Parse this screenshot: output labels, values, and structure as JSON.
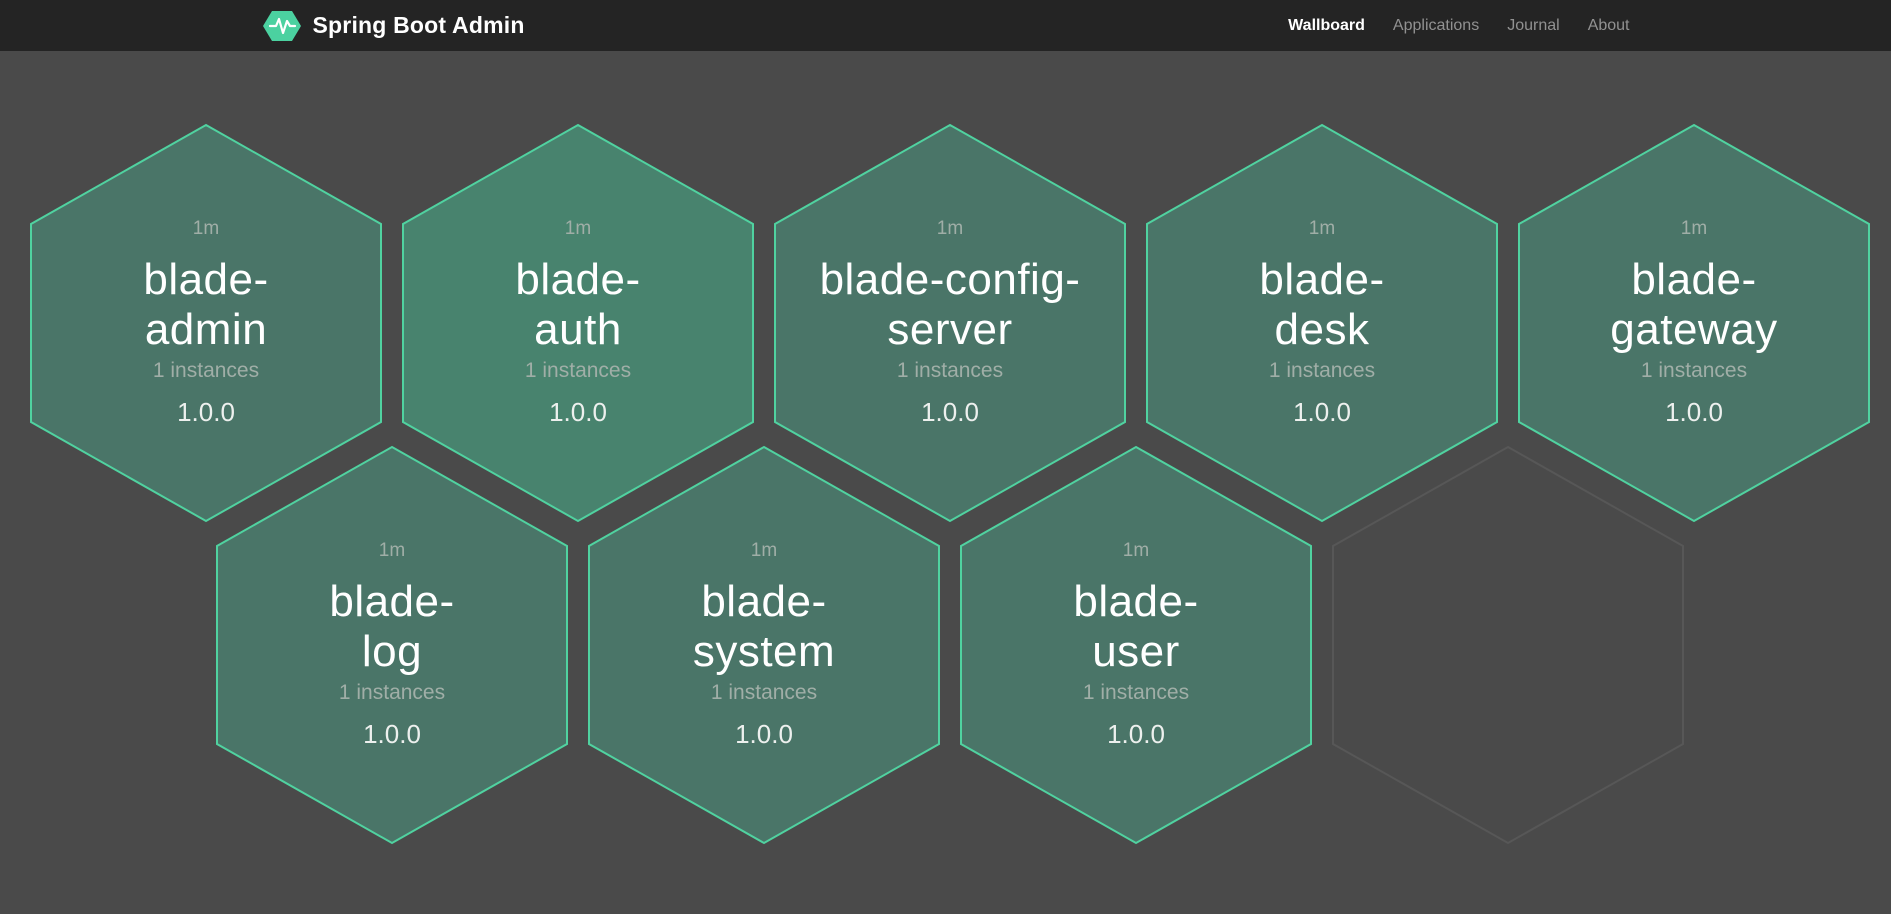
{
  "navbar": {
    "brand": "Spring Boot Admin",
    "logo_icon": "pulse-hexagon-icon",
    "links": [
      {
        "label": "Wallboard",
        "active": true
      },
      {
        "label": "Applications",
        "active": false
      },
      {
        "label": "Journal",
        "active": false
      },
      {
        "label": "About",
        "active": false
      }
    ]
  },
  "wallboard": {
    "apps": [
      {
        "name_lines": [
          "blade-",
          "admin"
        ],
        "uptime": "1m",
        "instances": "1 instances",
        "version": "1.0.0",
        "highlighted": false
      },
      {
        "name_lines": [
          "blade-",
          "auth"
        ],
        "uptime": "1m",
        "instances": "1 instances",
        "version": "1.0.0",
        "highlighted": true
      },
      {
        "name_lines": [
          "blade-config-",
          "server"
        ],
        "uptime": "1m",
        "instances": "1 instances",
        "version": "1.0.0",
        "highlighted": false
      },
      {
        "name_lines": [
          "blade-",
          "desk"
        ],
        "uptime": "1m",
        "instances": "1 instances",
        "version": "1.0.0",
        "highlighted": false
      },
      {
        "name_lines": [
          "blade-",
          "gateway"
        ],
        "uptime": "1m",
        "instances": "1 instances",
        "version": "1.0.0",
        "highlighted": false
      },
      {
        "name_lines": [
          "blade-",
          "log"
        ],
        "uptime": "1m",
        "instances": "1 instances",
        "version": "1.0.0",
        "highlighted": false
      },
      {
        "name_lines": [
          "blade-",
          "system"
        ],
        "uptime": "1m",
        "instances": "1 instances",
        "version": "1.0.0",
        "highlighted": false
      },
      {
        "name_lines": [
          "blade-",
          "user"
        ],
        "uptime": "1m",
        "instances": "1 instances",
        "version": "1.0.0",
        "highlighted": false
      }
    ],
    "empty_slots": 1
  },
  "colors": {
    "page_bg": "#4a4a4a",
    "navbar_bg": "#242424",
    "hex_fill": "#4a7568",
    "hex_fill_highlight": "#48836e",
    "hex_border": "#50d2a0",
    "ghost_border": "#575757",
    "brand_green": "#4bd1a0",
    "hex_text": "#ffffff",
    "hex_subtext": "#a0aea7",
    "hex_version_text": "#edf0ee",
    "nav_link_inactive": "#919191",
    "nav_link_active": "#ffffff"
  }
}
